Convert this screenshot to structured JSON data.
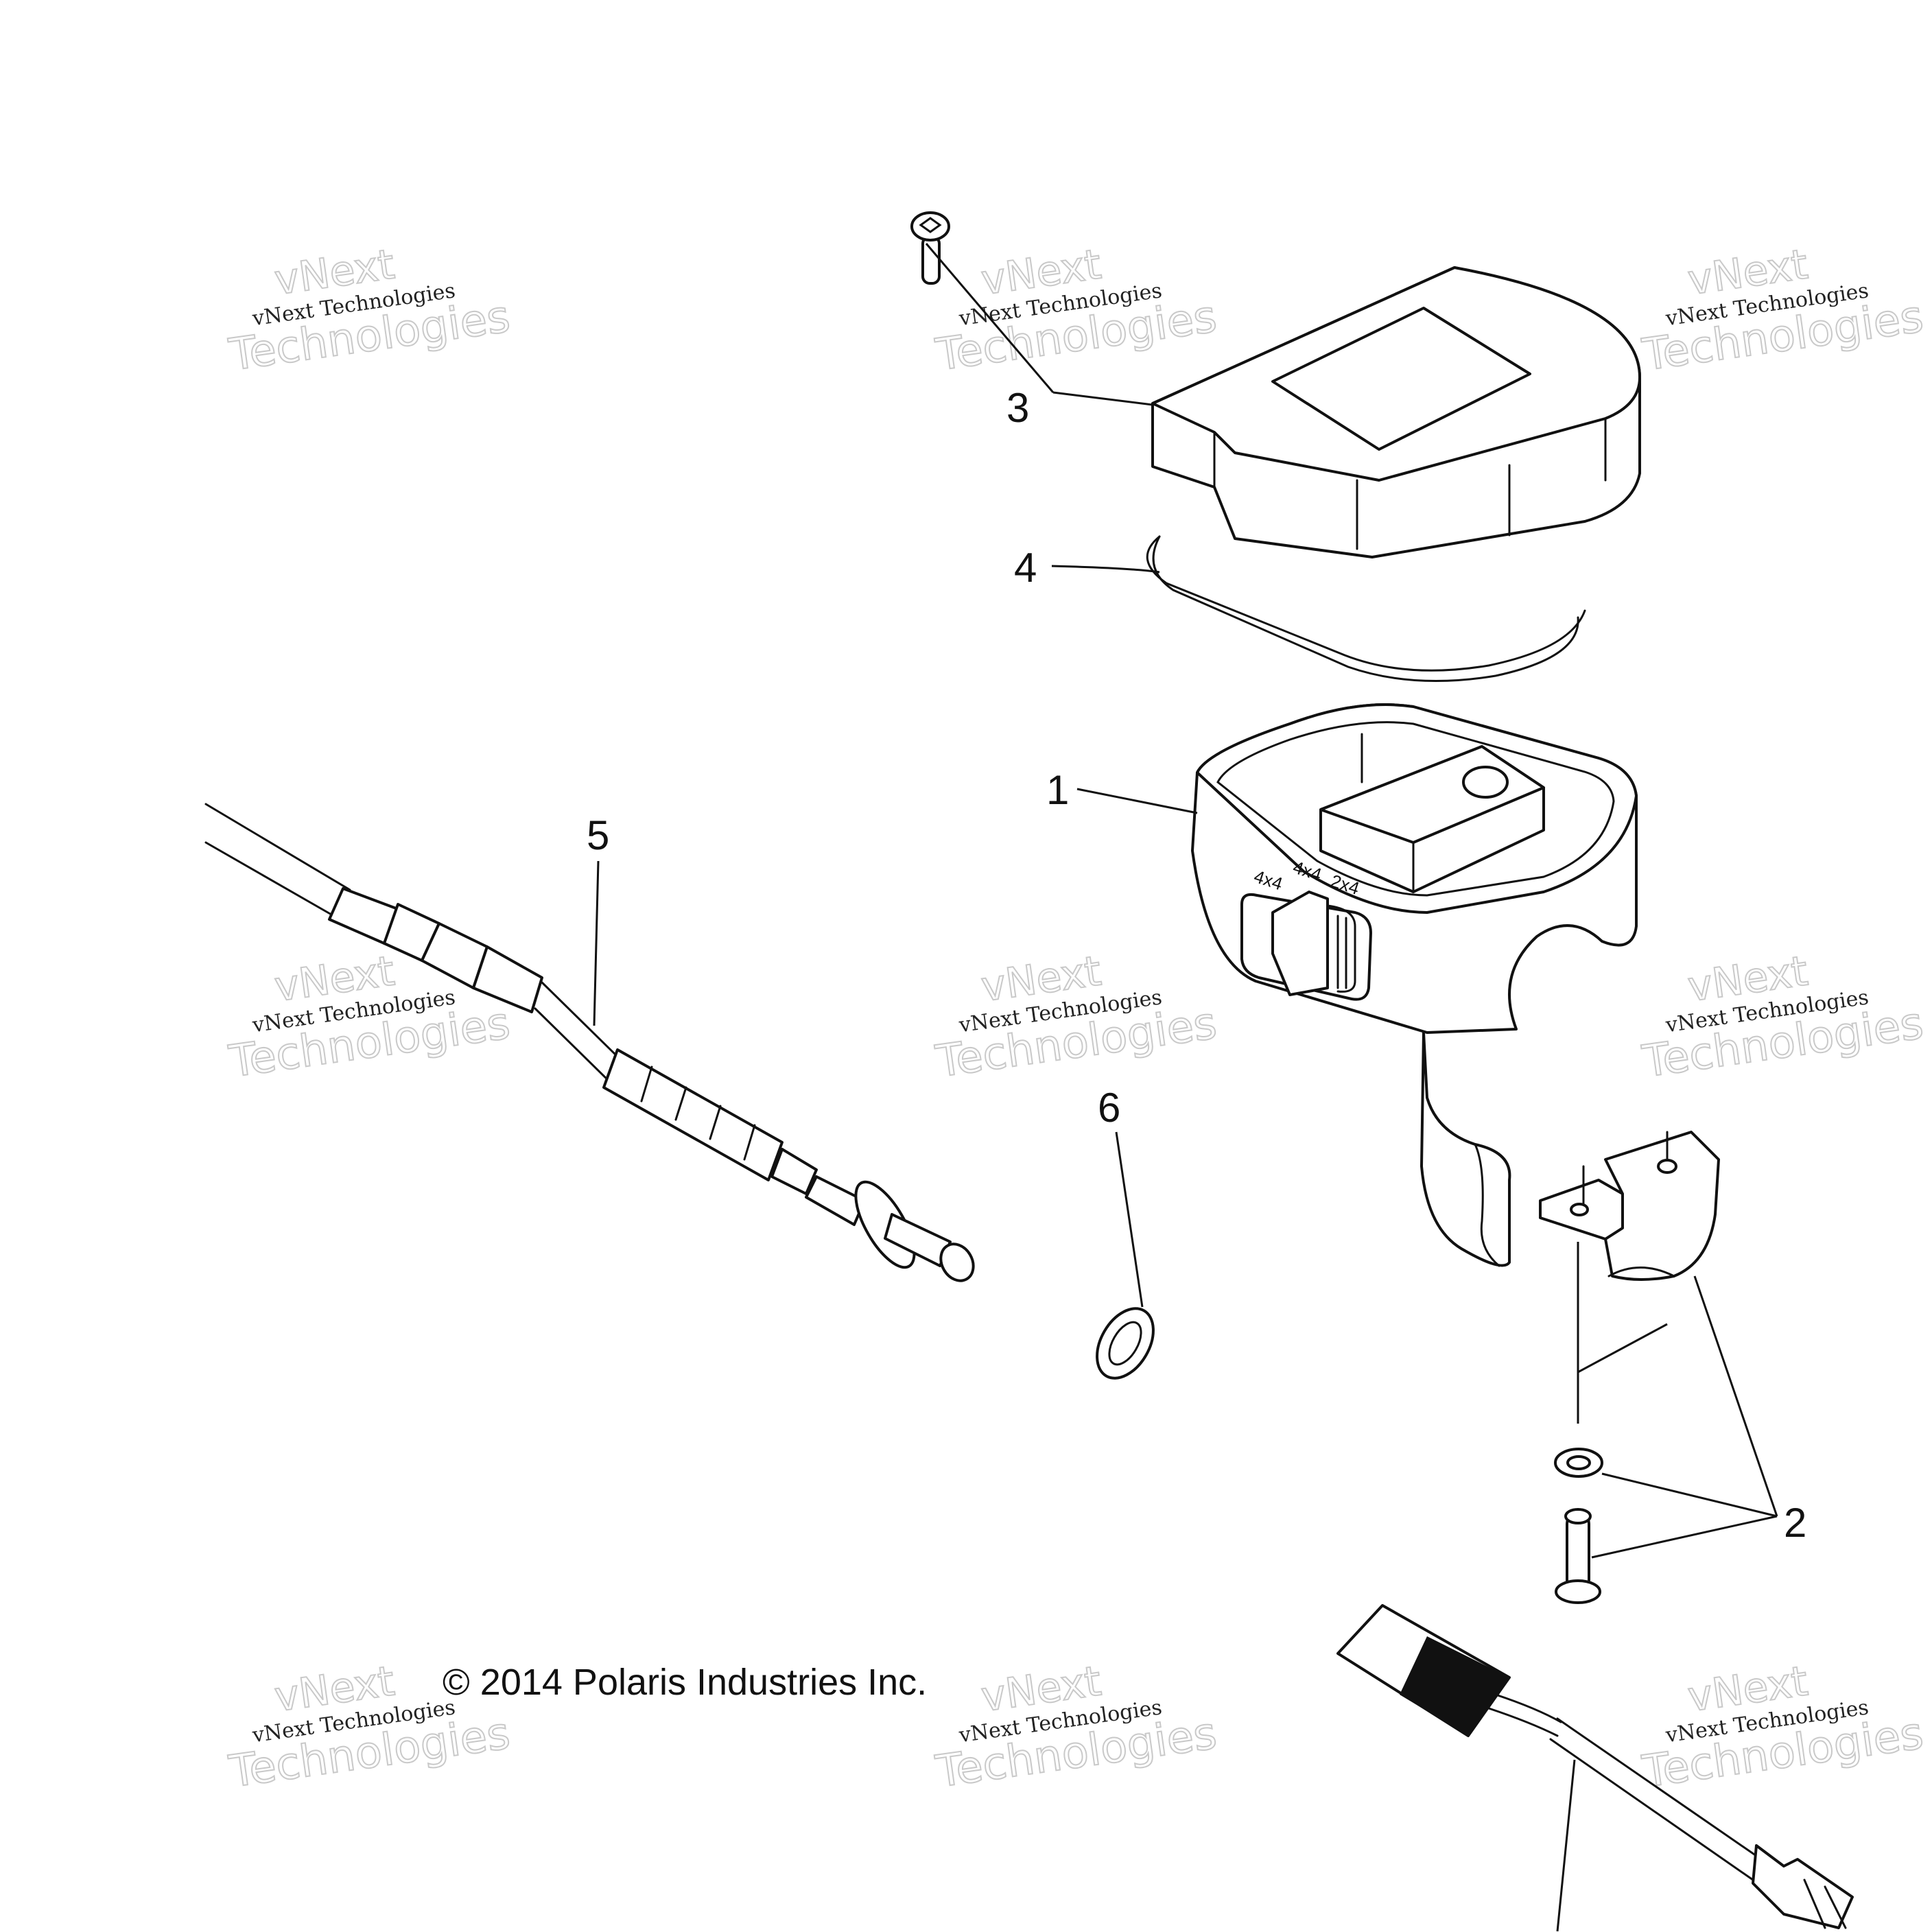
{
  "callouts": {
    "c1": "1",
    "c2": "2",
    "c3": "3",
    "c4": "4",
    "c5": "5",
    "c6": "6"
  },
  "copyright": "© 2014 Polaris Industries Inc.",
  "watermark": {
    "line1": "vNext Technologies",
    "line2": "vNext",
    "line3": "Technologies"
  },
  "switch_labels": {
    "mode_a": "4x4",
    "mode_b": "4x4",
    "mode_c": "2x4"
  }
}
